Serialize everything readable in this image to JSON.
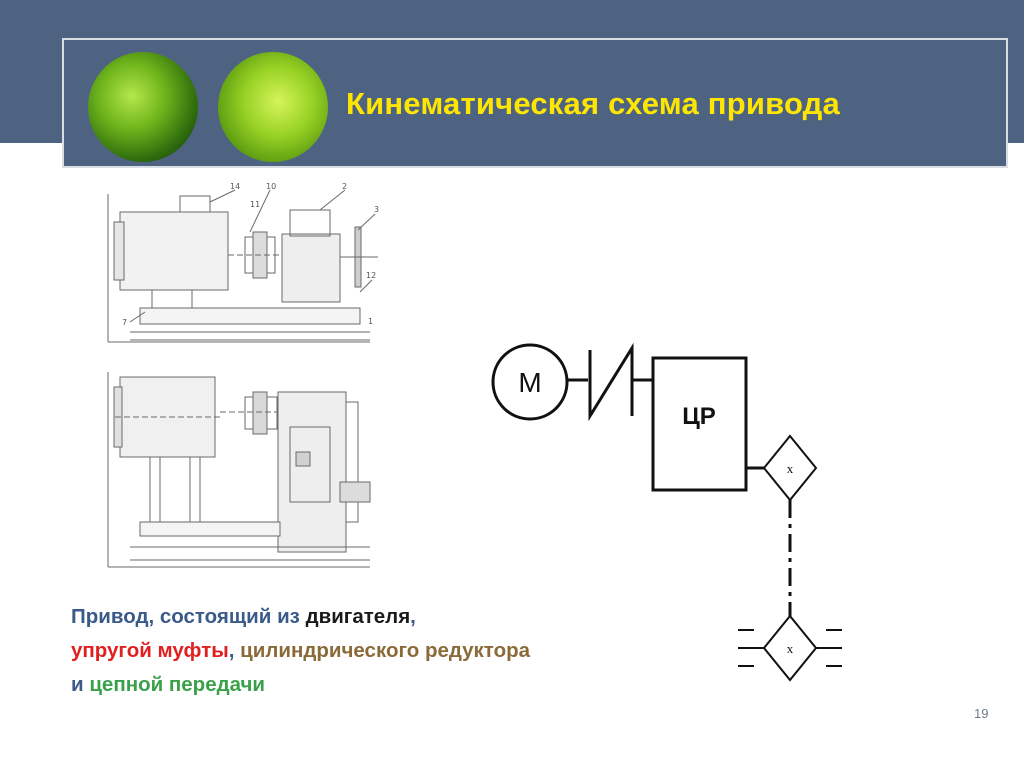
{
  "slide": {
    "title": "Кинематическая схема привода",
    "page_number": "19"
  },
  "caption": {
    "p1": "Привод, состоящий из ",
    "w_engine": "двигателя",
    "comma1": ",",
    "w_coupling": "упругой муфты",
    "comma2": ", ",
    "w_gear": "цилиндрического редуктора",
    "and": " и ",
    "w_chain": "цепной передачи",
    "colors": {
      "base": "#3a5a8a",
      "engine": "#1a1a1a",
      "coupling": "#e02020",
      "gear": "#8b6a3a",
      "chain": "#3aa04a"
    }
  },
  "scheme": {
    "motor_label": "М",
    "reducer_label": "ЦР",
    "sprocket_label": "x"
  },
  "drawing": {
    "callouts": [
      "14",
      "10",
      "2",
      "3",
      "11",
      "12",
      "1",
      "7"
    ]
  },
  "colors": {
    "header_bg": "#4d6381",
    "title": "#ffe600"
  },
  "icons": [
    "leaf-icon",
    "leaf-icon"
  ]
}
